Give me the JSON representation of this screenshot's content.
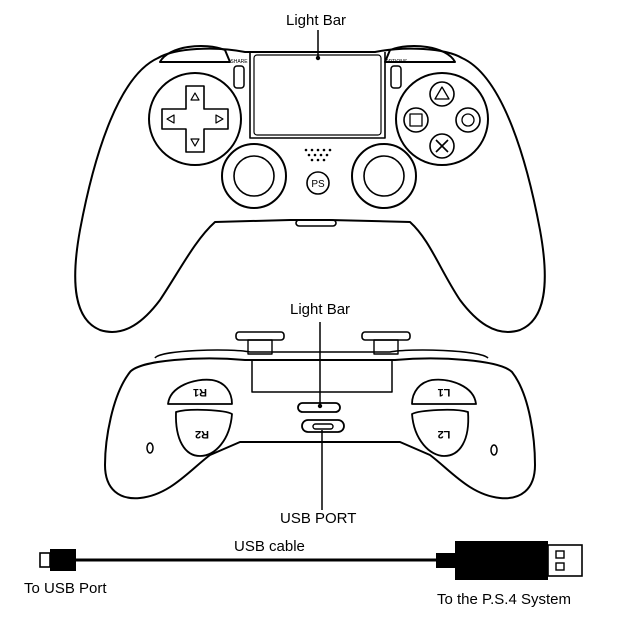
{
  "labels": {
    "top_light_bar": "Light Bar",
    "rear_light_bar": "Light Bar",
    "usb_port": "USB PORT",
    "usb_cable": "USB cable",
    "to_usb_port": "To USB Port",
    "to_ps4_system": "To the P.S.4 System"
  },
  "controller_front": {
    "share_label": "SHARE",
    "options_label": "OPTIONS",
    "ps_button_label": "PS"
  },
  "controller_rear": {
    "r1_label": "R1",
    "r2_label": "R2",
    "l1_label": "L1",
    "l2_label": "L2"
  },
  "colors": {
    "stroke": "#000000",
    "background": "#ffffff"
  }
}
